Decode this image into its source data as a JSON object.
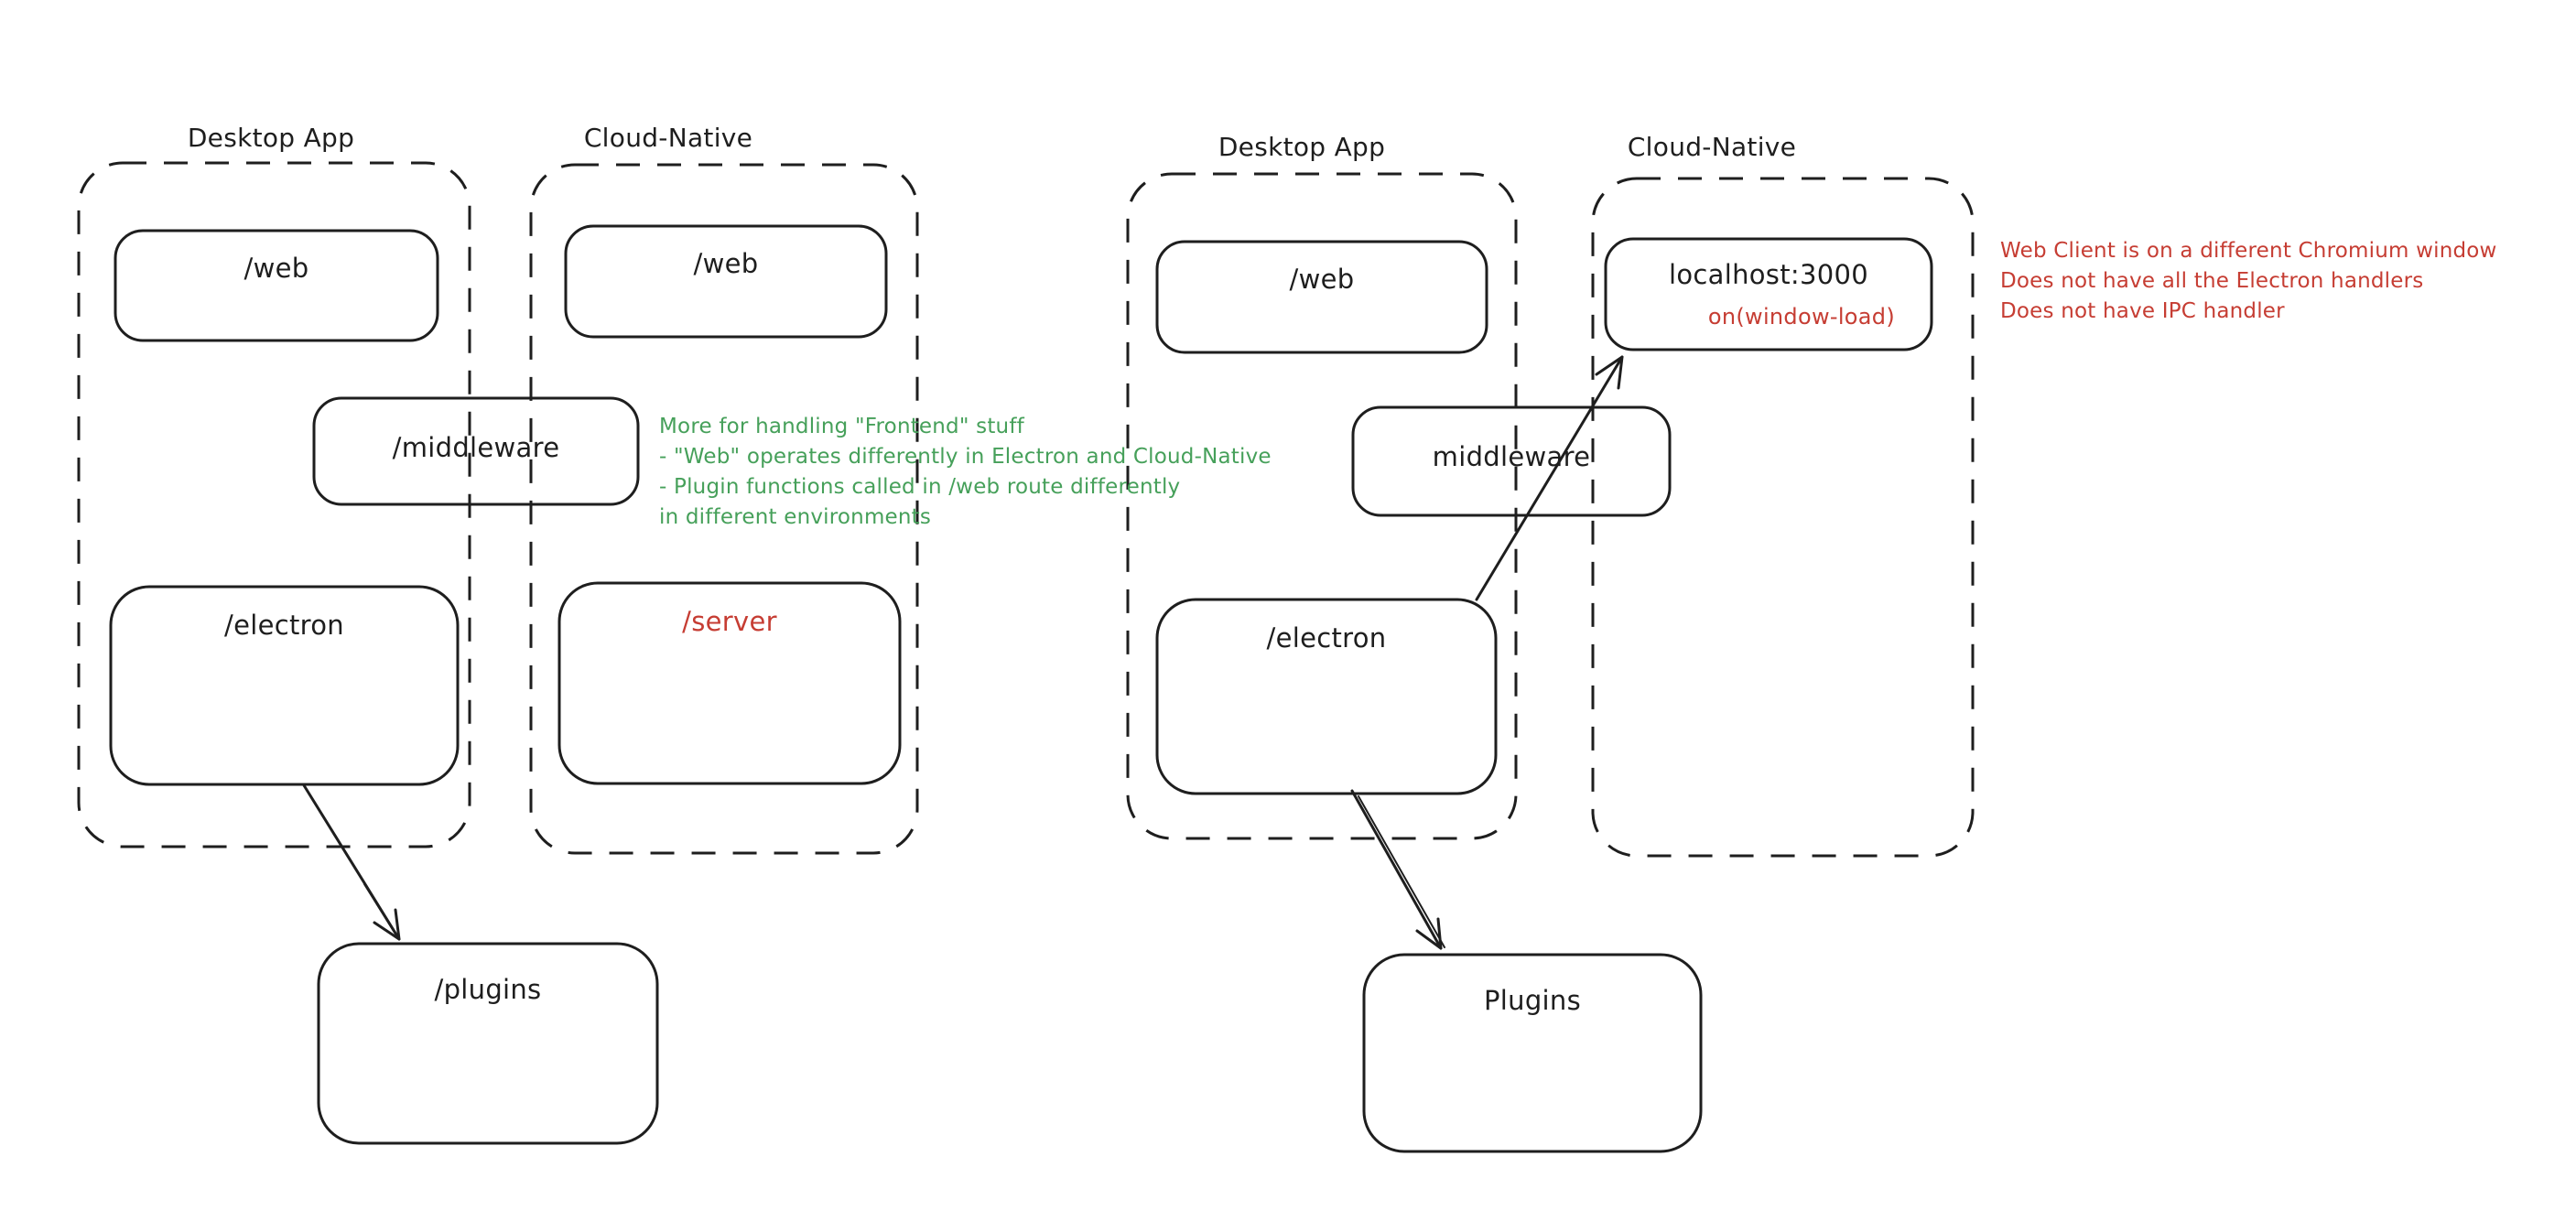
{
  "colors": {
    "stroke": "#1e1e1e",
    "red": "#c63d33",
    "green": "#46a05a",
    "background": "#ffffff"
  },
  "labels": {
    "left_desktop": "Desktop App",
    "left_cloud": "Cloud-Native",
    "right_desktop": "Desktop App",
    "right_cloud": "Cloud-Native"
  },
  "nodes": {
    "left_web_desktop": "/web",
    "left_web_cloud": "/web",
    "left_middleware": "/middleware",
    "left_electron": "/electron",
    "left_server": "/server",
    "left_plugins": "/plugins",
    "right_web": "/web",
    "right_localhost": "localhost:3000",
    "right_localhost_sub": "on(window-load)",
    "right_middleware": "middleware",
    "right_electron": "/electron",
    "right_plugins": "Plugins"
  },
  "annotations": {
    "green": {
      "lines": [
        "More for handling \"Frontend\" stuff",
        "- \"Web\" operates differently in Electron and Cloud-Native",
        "- Plugin functions called in /web route differently",
        "in different environments"
      ]
    },
    "red": {
      "lines": [
        "Web Client is on a different Chromium window",
        "Does not have all the Electron handlers",
        "Does not have IPC handler"
      ]
    }
  }
}
